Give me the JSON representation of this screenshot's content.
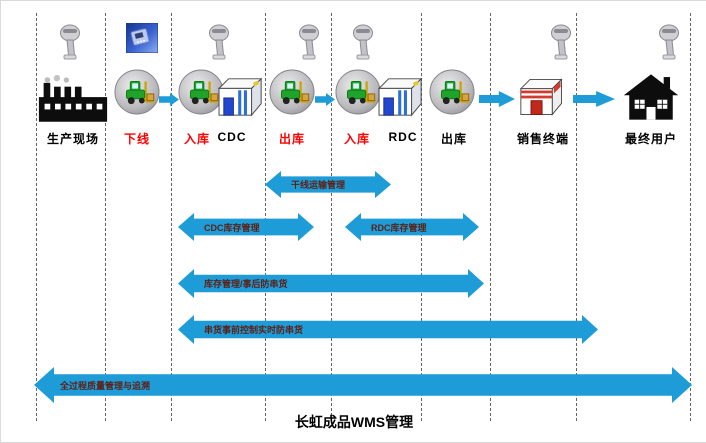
{
  "title": "长虹成品WMS管理",
  "colors": {
    "arrow_blue": "#1e9cd7",
    "label_red": "#ff0000",
    "band_text": "#5c1f14"
  },
  "stages": [
    {
      "label": "生产现场",
      "color": "black",
      "icon": "factory-icon"
    },
    {
      "label": "下线",
      "color": "red",
      "icon": "forklift-icon"
    },
    {
      "label": "入库",
      "color": "red",
      "icon": "forklift-icon"
    },
    {
      "label": "CDC",
      "color": "black",
      "icon": "warehouse-icon"
    },
    {
      "label": "出库",
      "color": "red",
      "icon": "forklift-icon"
    },
    {
      "label": "入库",
      "color": "red",
      "icon": "forklift-icon"
    },
    {
      "label": "RDC",
      "color": "black",
      "icon": "warehouse-icon"
    },
    {
      "label": "出库",
      "color": "black",
      "icon": "forklift-icon"
    },
    {
      "label": "销售终端",
      "color": "black",
      "icon": "store-icon"
    },
    {
      "label": "最终用户",
      "color": "black",
      "icon": "house-icon"
    }
  ],
  "scanners": [
    {
      "icon": "barcode-scanner-icon"
    },
    {
      "icon": "scanner-photo"
    },
    {
      "icon": "barcode-scanner-icon"
    },
    {
      "icon": "barcode-scanner-icon"
    },
    {
      "icon": "barcode-scanner-icon"
    },
    {
      "icon": "barcode-scanner-icon"
    },
    {
      "icon": "barcode-scanner-icon"
    }
  ],
  "bands": [
    {
      "label": "干线运输管理"
    },
    {
      "label": "CDC库存管理"
    },
    {
      "label": "RDC库存管理"
    },
    {
      "label": "库存管理/事后防串货"
    },
    {
      "label": "串货事前控制实时防串货"
    },
    {
      "label": "全过程质量管理与追溯"
    }
  ]
}
